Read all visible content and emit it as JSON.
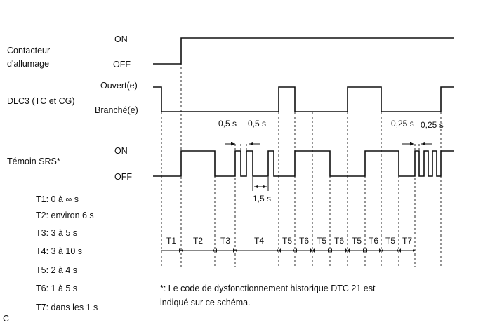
{
  "ignition": {
    "label_line1": "Contacteur",
    "label_line2": "d'allumage",
    "on_label": "ON",
    "off_label": "OFF"
  },
  "dlc3": {
    "label": "DLC3 (TC et CG)",
    "open_label": "Ouvert(e)",
    "connected_label": "Branché(e)",
    "annotations": [
      "0,5 s",
      "0,5 s",
      "0,25 s",
      "0,25 s"
    ]
  },
  "srs": {
    "label": "Témoin SRS*",
    "on_label": "ON",
    "off_label": "OFF",
    "duration_annotation": "1,5 s"
  },
  "legend": [
    "T1: 0 à ∞ s",
    "T2: environ 6 s",
    "T3: 3 à 5 s",
    "T4: 3 à 10 s",
    "T5: 2 à 4 s",
    "T6: 1 à 5 s",
    "T7: dans les 1 s"
  ],
  "periods": [
    "T1",
    "T2",
    "T3",
    "T4",
    "T5",
    "T6",
    "T5",
    "T6",
    "T5",
    "T6",
    "T5",
    "T7"
  ],
  "footnote_line1": "*: Le code de dysfonctionnement historique DTC 21 est",
  "footnote_line2": "indiqué sur ce schéma.",
  "corner_mark": "C"
}
